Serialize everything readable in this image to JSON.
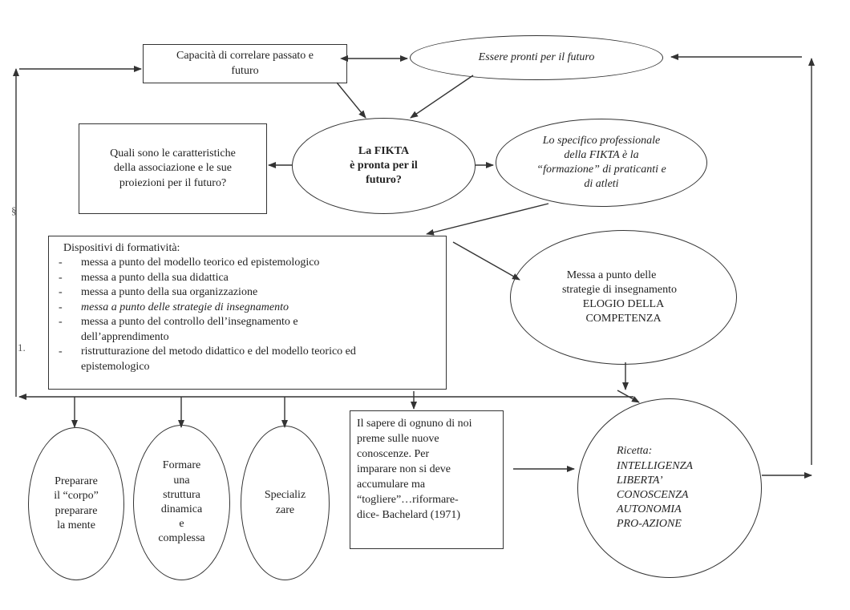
{
  "nodes": {
    "capacita": [
      "Capacità di correlare passato e",
      "futuro"
    ],
    "essere_pronti": [
      "Essere pronti per il futuro"
    ],
    "quali": [
      "Quali sono le caratteristiche",
      "della associazione e le sue",
      "proiezioni per il futuro?"
    ],
    "fikta": [
      "La FIKTA",
      "è pronta  per il",
      "futuro?"
    ],
    "specifico": [
      "Lo specifico professionale",
      "della FIKTA  è la",
      "“formazione” di praticanti e",
      "di atleti"
    ],
    "dispositivi": {
      "title": "Dispositivi di formatività:",
      "items": [
        "messa a punto del modello teorico ed epistemologico",
        "messa a punto della sua didattica",
        "messa a punto della sua organizzazione",
        "messa a punto delle strategie di insegnamento",
        "messa a punto del controllo dell’insegnamento e",
        "dell’apprendimento",
        "ristrutturazione del metodo didattico e del modello teorico ed",
        "epistemologico"
      ]
    },
    "messa_punto": [
      "Messa a punto delle",
      "strategie di insegnamento",
      "ELOGIO DELLA",
      "COMPETENZA"
    ],
    "preparare": [
      "Preparare",
      "il “corpo”",
      "preparare",
      "la mente"
    ],
    "formare": [
      "Formare",
      "una",
      "struttura",
      "dinamica",
      "e",
      "complessa"
    ],
    "specializzare": [
      "Specializ",
      "zare"
    ],
    "sapere": [
      "Il sapere di ognuno di noi",
      "preme sulle nuove",
      "conoscenze. Per",
      "imparare non si deve",
      "accumulare ma",
      "“togliere”…riformare-",
      "dice- Bachelard (1971)"
    ],
    "ricetta": [
      "Ricetta:",
      "INTELLIGENZA",
      "LIBERTA’",
      "CONOSCENZA",
      "AUTONOMIA",
      "PRO-AZIONE"
    ]
  },
  "margin_notes": {
    "section": "§",
    "number": "1."
  }
}
